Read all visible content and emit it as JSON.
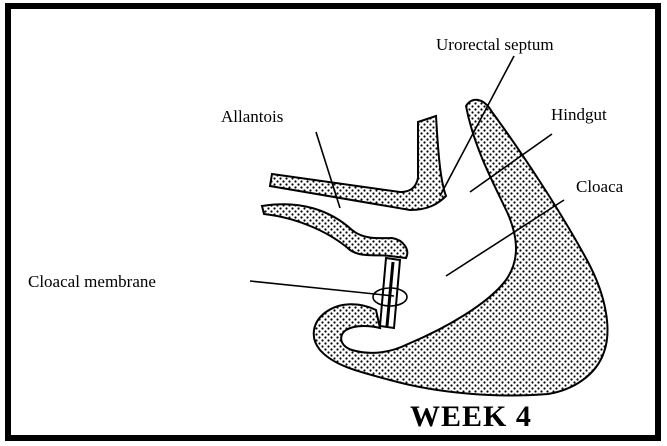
{
  "labels": {
    "urorectal_septum": "Urorectal septum",
    "allantois": "Allantois",
    "hindgut": "Hindgut",
    "cloaca": "Cloaca",
    "cloacal_membrane": "Cloacal membrane"
  },
  "caption": "WEEK 4",
  "colors": {
    "ink": "#000000",
    "background": "#ffffff",
    "stipple": "#000000"
  }
}
